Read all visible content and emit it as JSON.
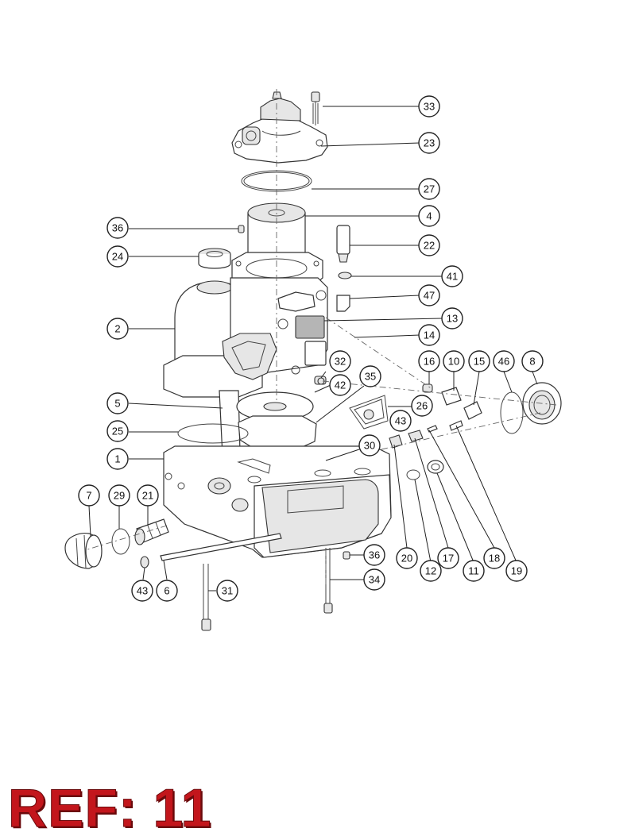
{
  "ref_label": "REF: 11",
  "callouts": [
    {
      "id": "c33",
      "label": "33"
    },
    {
      "id": "c23",
      "label": "23"
    },
    {
      "id": "c27",
      "label": "27"
    },
    {
      "id": "c4",
      "label": "4"
    },
    {
      "id": "c36a",
      "label": "36"
    },
    {
      "id": "c22",
      "label": "22"
    },
    {
      "id": "c24",
      "label": "24"
    },
    {
      "id": "c41",
      "label": "41"
    },
    {
      "id": "c47",
      "label": "47"
    },
    {
      "id": "c13",
      "label": "13"
    },
    {
      "id": "c2",
      "label": "2"
    },
    {
      "id": "c14",
      "label": "14"
    },
    {
      "id": "c16",
      "label": "16"
    },
    {
      "id": "c10",
      "label": "10"
    },
    {
      "id": "c15",
      "label": "15"
    },
    {
      "id": "c46",
      "label": "46"
    },
    {
      "id": "c8",
      "label": "8"
    },
    {
      "id": "c32",
      "label": "32"
    },
    {
      "id": "c35",
      "label": "35"
    },
    {
      "id": "c42",
      "label": "42"
    },
    {
      "id": "c5",
      "label": "5"
    },
    {
      "id": "c26",
      "label": "26"
    },
    {
      "id": "c43a",
      "label": "43"
    },
    {
      "id": "c25",
      "label": "25"
    },
    {
      "id": "c30",
      "label": "30"
    },
    {
      "id": "c1",
      "label": "1"
    },
    {
      "id": "c7",
      "label": "7"
    },
    {
      "id": "c29",
      "label": "29"
    },
    {
      "id": "c21",
      "label": "21"
    },
    {
      "id": "c36b",
      "label": "36"
    },
    {
      "id": "c20",
      "label": "20"
    },
    {
      "id": "c12",
      "label": "12"
    },
    {
      "id": "c17",
      "label": "17"
    },
    {
      "id": "c11",
      "label": "11"
    },
    {
      "id": "c18",
      "label": "18"
    },
    {
      "id": "c19",
      "label": "19"
    },
    {
      "id": "c34",
      "label": "34"
    },
    {
      "id": "c43b",
      "label": "43"
    },
    {
      "id": "c6",
      "label": "6"
    },
    {
      "id": "c31",
      "label": "31"
    }
  ]
}
